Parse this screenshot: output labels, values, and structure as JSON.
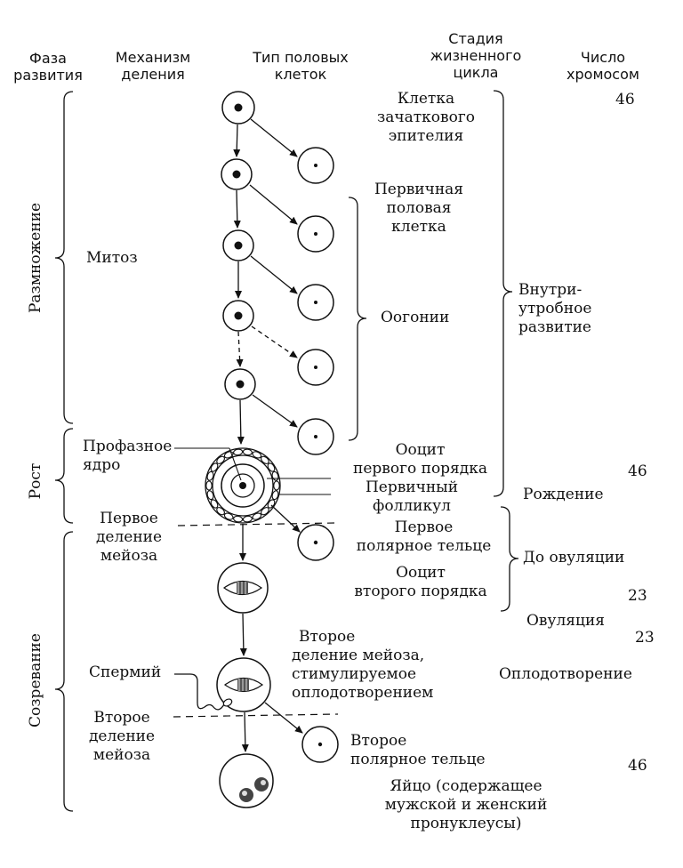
{
  "headers": {
    "phase": [
      "Фаза",
      "развития"
    ],
    "mechanism": [
      "Механизм",
      "деления"
    ],
    "cell_type": [
      "Тип половых",
      "клеток"
    ],
    "life_stage": [
      "Стадия",
      "жизненного",
      "цикла"
    ],
    "chromosomes": [
      "Число",
      "хромосом"
    ]
  },
  "phases": {
    "reproduction": "Размножение",
    "growth": "Рост",
    "maturation": "Созревание"
  },
  "mechanisms": {
    "mitosis": "Митоз",
    "prophase_nucleus": [
      "Профазное",
      "ядро"
    ],
    "first_meiosis": [
      "Первое",
      "деление",
      "мейоза"
    ],
    "sperm": "Спермий",
    "second_meiosis": [
      "Второе",
      "деление",
      "мейоза"
    ]
  },
  "cell_labels": {
    "germinal_epithelium": [
      "Клетка",
      "зачаткового",
      "эпителия"
    ],
    "primordial_germ_cell": [
      "Первичная",
      "половая",
      "клетка"
    ],
    "oogonia": "Оогонии",
    "primary_oocyte": [
      "Ооцит",
      "первого порядка"
    ],
    "primary_follicle": [
      "Первичный",
      "фолликул"
    ],
    "first_polar_body": [
      "Первое",
      "полярное тельце"
    ],
    "secondary_oocyte": [
      "Ооцит",
      "второго порядка"
    ],
    "second_meiosis_fert": [
      "Второе",
      "деление мейоза,",
      "стимулируемое",
      "оплодотворением"
    ],
    "second_polar_body": [
      "Второе",
      "полярное тельце"
    ],
    "egg": [
      "Яйцо  (содержащее",
      "мужской и женский",
      "пронуклеусы)"
    ]
  },
  "life_stages": {
    "intrauterine": [
      "Внутри-",
      "утробное",
      "развитие"
    ],
    "birth": "Рождение",
    "before_ovulation": "До овуляции",
    "ovulation": "Овуляция",
    "fertilization": "Оплодотворение"
  },
  "chromosome_counts": {
    "start": "46",
    "oocyte1": "46",
    "oocyte2": "23",
    "ovulation": "23",
    "egg": "46"
  }
}
